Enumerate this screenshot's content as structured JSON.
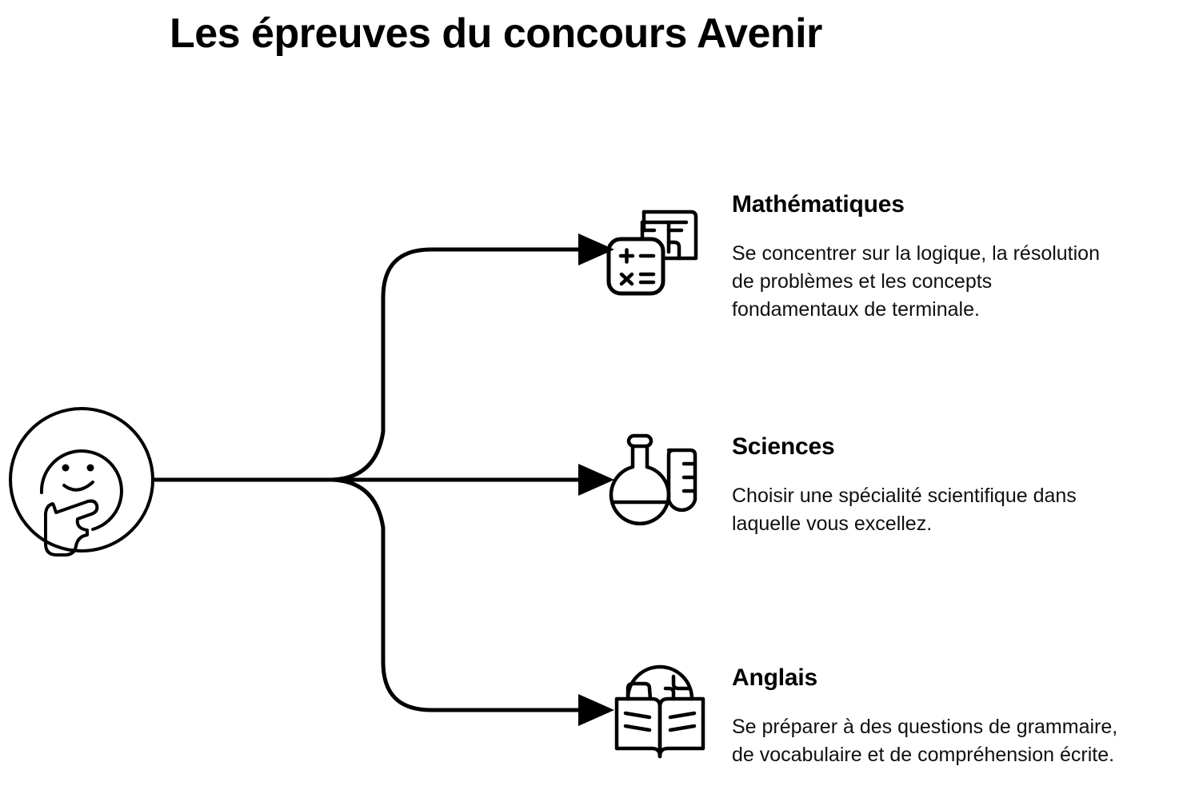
{
  "title": "Les épreuves du concours Avenir",
  "colors": {
    "background": "#ffffff",
    "stroke": "#000000",
    "text": "#000000"
  },
  "central_node": {
    "icon": "thinking-face-icon",
    "label": ""
  },
  "branches": [
    {
      "id": "mathematiques",
      "heading": "Mathématiques",
      "body": "Se concentrer sur la logique, la résolution\nde problèmes et les concepts\nfondamentaux de terminale.",
      "icon": "calculator-icon"
    },
    {
      "id": "sciences",
      "heading": "Sciences",
      "body": "Choisir une spécialité scientifique dans\nlaquelle vous excellez.",
      "icon": "flask-test-tube-icon"
    },
    {
      "id": "anglais",
      "heading": "Anglais",
      "body": "Se préparer à des questions de grammaire,\nde vocabulaire et de compréhension écrite.",
      "icon": "open-book-globe-icon"
    }
  ]
}
